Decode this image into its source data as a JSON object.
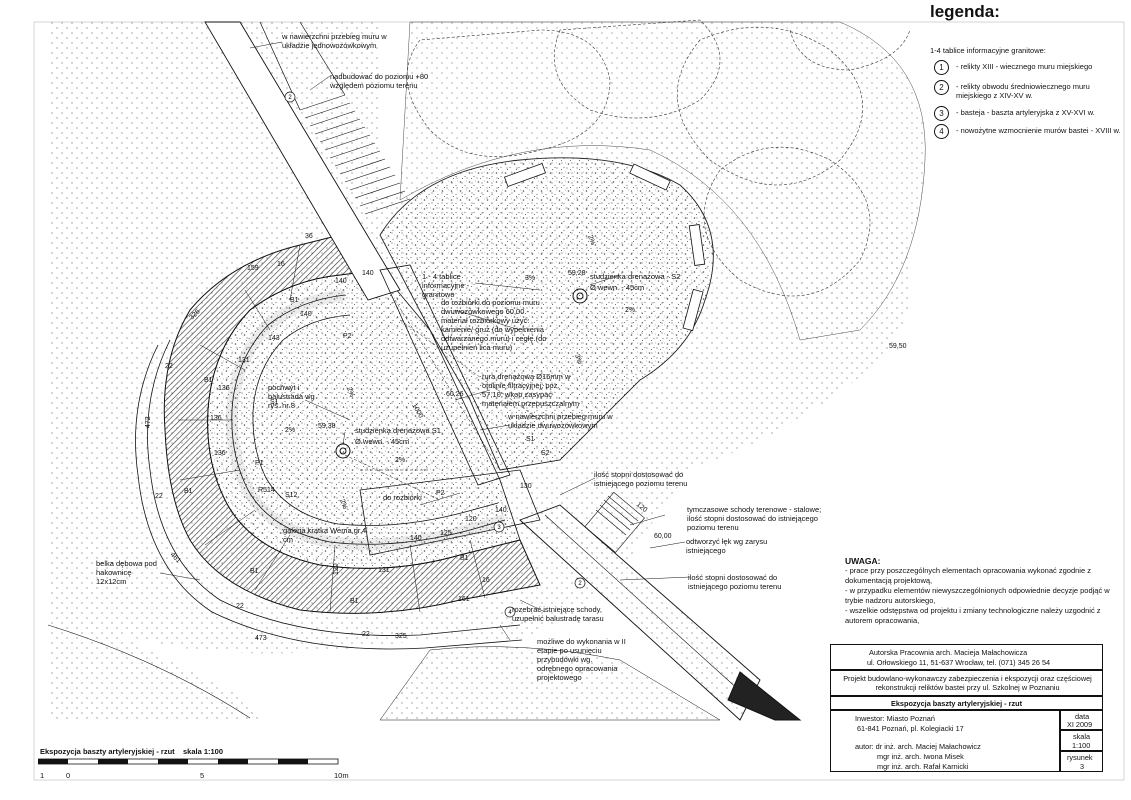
{
  "legend": {
    "title": "legenda:",
    "subtitle": "1-4 tablice informacyjne granitowe:",
    "items": [
      {
        "num": "1",
        "text": "- relikty XIII - wiecznego muru miejskiego"
      },
      {
        "num": "2",
        "text": "- relikty obwodu średniowiecznego muru miejskiego z XIV-XV w."
      },
      {
        "num": "3",
        "text": "- basteja - baszta artyleryjska z XV-XVI w."
      },
      {
        "num": "4",
        "text": "- nowożytne wzmocnienie murów bastei - XVIII w."
      }
    ]
  },
  "annotations": {
    "a1": "w nawierzchni przebieg muru w układzie jednowozówkowym",
    "a2": "nadbudować do poziomu +80 względem poziomu terenu",
    "a3": "1 - 4 tablice informacyjne - granitowe",
    "a4": "studzienka drenażowa - S2",
    "a5": "Ø wewn. - 45cm",
    "a6": "do rozbiórki do poziomu muru dwuwozówkowego 60,00 - materiał rozbiórkowy użyć: kamienie/ gruz (do wypełnienia odtwarzanego muru) i cegłę (do uzupełnień lica muru)",
    "a7": "pochwyt i balustrada wg rys. nr 8",
    "a8": "rura drenażowa Ø16mm w otulinie filtracyjnej; poz. 57,10; wkop zasypać materiałem przepuszczalnym",
    "a9": "w nawierzchni przebieg muru w układzie dwuwozówkowym",
    "a10": "studzienka drenażowa S1",
    "a11": "Ø wewn. - 45cm",
    "a12": "ilość stopni dostosować do istniejącego poziomu terenu",
    "a13": "tymczasowe schody terenowe - stalowe; ilość stopni dostosować do istniejącego poziomu terenu",
    "a14": "odtworzyć łęk wg zarysu istniejącego",
    "a15": "ilość stopni dostosować do istniejącego poziomu terenu",
    "a16": "do rozbiórki",
    "a17": "galeria kratka Wema gr.4 cm",
    "a18": "belka dębowa pod hakownicę",
    "a19": "12x12cm",
    "a20": "rozebrać istniejące schody, uzupełnić balustradę tarasu",
    "a21": "możliwe do wykonania w II etapie po usunięciu przybudówki wg. odrębnego opracowania projektowego"
  },
  "levels": {
    "l1": "59,28",
    "l2": "59,38",
    "l3": "59,50",
    "l4": "60,00",
    "l5": "60,26",
    "l6": "+80"
  },
  "dims": {
    "d159": "159",
    "d16": "16",
    "d140a": "140",
    "d140b": "140",
    "d140c": "140",
    "d140d": "140",
    "d326": "326",
    "d143": "143",
    "d131a": "131",
    "d131b": "131",
    "d136a": "136",
    "d136b": "136",
    "d136c": "136",
    "d472": "472",
    "d1000": "1000",
    "d514": "R514",
    "d512": "S12",
    "d130": "130",
    "d120a": "120",
    "d120b": "120",
    "d125": "125",
    "d461": "461",
    "d473": "473",
    "d325": "325",
    "d161": "161",
    "d22a": "22",
    "d22b": "22",
    "d22c": "22",
    "d22d": "22",
    "d16b": "16",
    "d36": "36",
    "d120c": "120",
    "d140e": "140"
  },
  "slopes": {
    "s1": "2%",
    "s2": "2%",
    "s3": "3%",
    "s4": "3%",
    "s5": "2%",
    "s6": "2%",
    "s7": "2%",
    "s8": "2%"
  },
  "labels": {
    "S1a": "S1",
    "S1b": "S1",
    "S2": "S2",
    "P1": "P1",
    "P2a": "P2",
    "P2b": "P2",
    "P2c": "P2",
    "B1a": "B1",
    "B1b": "B1",
    "B1c": "B1",
    "B1d": "B1",
    "B1e": "B1",
    "B1f": "B1"
  },
  "uwaga": {
    "title": "UWAGA:",
    "lines": [
      "- prace przy poszczególnych elementach opracowania wykonać zgodnie z dokumentacją projektową,",
      "- w przypadku elementów niewyszczególnionych odpowiednie decyzje podjąć w trybie nadzoru autorskiego,",
      "- wszelkie odstępstwa od projektu i zmiany technologiczne należy uzgodnić z autorem opracowania,"
    ]
  },
  "titleblock": {
    "studio": "Autorska Pracownia arch. Macieja Małachowicza",
    "address": "ul. Orłowskiego 11,  51-637 Wrocław,  tel. (071) 345 26 54",
    "project": "Projekt budowlano-wykonawczy zabezpieczenia i ekspozycji oraz częściowej rekonstrukcji reliktów bastei przy ul. Szkolnej w Poznaniu",
    "drawing": "Ekspozycja baszty artyleryjskiej - rzut",
    "investor": "Inwestor: Miasto Poznań",
    "investor_addr": "61-841 Poznań, pl. Kolegiacki 17",
    "authors": [
      "autor: dr inż. arch. Maciej Małachowicz",
      "mgr inż. arch. Iwona Misek",
      "mgr inż. arch. Rafał Karnicki"
    ],
    "date_label": "data",
    "date": "XI 2009",
    "scale_label": "skala",
    "scale": "1:100",
    "sheet_label": "rysunek",
    "sheet": "3"
  },
  "bottom": {
    "title": "Ekspozycja baszty artyleryjskiej - rzut    skala 1:100",
    "ticks": [
      "1",
      "0",
      "5",
      "10m"
    ]
  }
}
